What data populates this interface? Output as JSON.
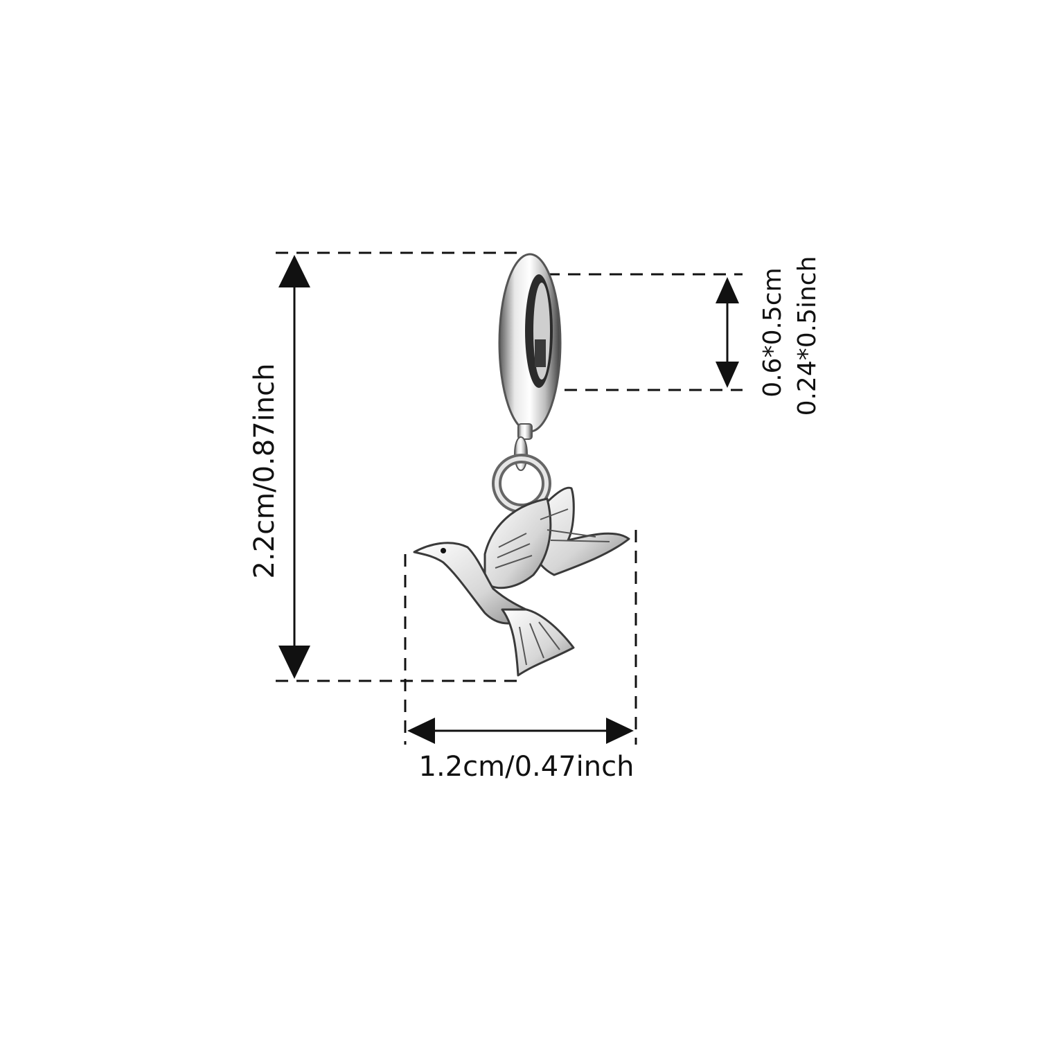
{
  "dimensions": {
    "height": {
      "label": "2.2cm/0.87inch"
    },
    "width": {
      "label": "1.2cm/0.47inch"
    },
    "clasp": {
      "label_cm": "0.6*0.5cm",
      "label_inch": "0.24*0.5inch"
    }
  },
  "colors": {
    "line": "#111111",
    "metal_light": "#f2f2f2",
    "metal_mid": "#b9b9b9",
    "metal_dark": "#4a4a4a",
    "background": "#ffffff"
  },
  "icons": {
    "product": "bird-charm-icon",
    "clasp": "clasp-ring-icon"
  }
}
